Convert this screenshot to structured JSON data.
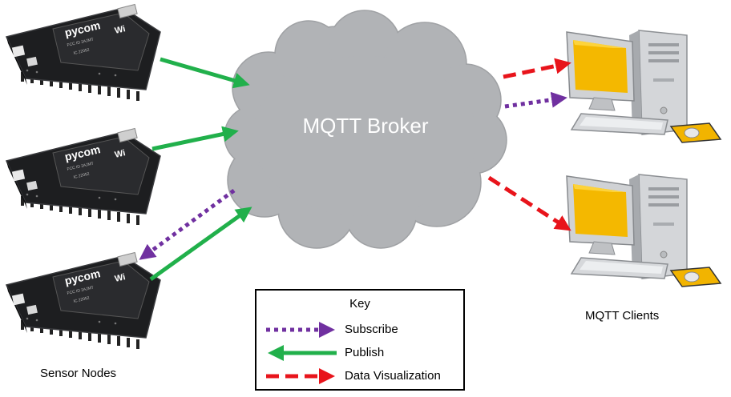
{
  "broker": {
    "label": "MQTT Broker"
  },
  "sensors": {
    "label": "Sensor Nodes",
    "chip_brand": "pycom",
    "chip_model": "WiPy"
  },
  "clients": {
    "label": "MQTT Clients"
  },
  "key": {
    "title": "Key",
    "items": [
      {
        "label": "Subscribe",
        "style": "dotted",
        "color": "#7030a0"
      },
      {
        "label": "Publish",
        "style": "solid",
        "color": "#21b04b"
      },
      {
        "label": "Data Visualization",
        "style": "dashed",
        "color": "#e8141b"
      }
    ]
  },
  "colors": {
    "cloud": "#b1b3b6",
    "subscribe": "#7030a0",
    "publish": "#21b04b",
    "data_visualization": "#e8141b",
    "screen": "#f4b800"
  }
}
